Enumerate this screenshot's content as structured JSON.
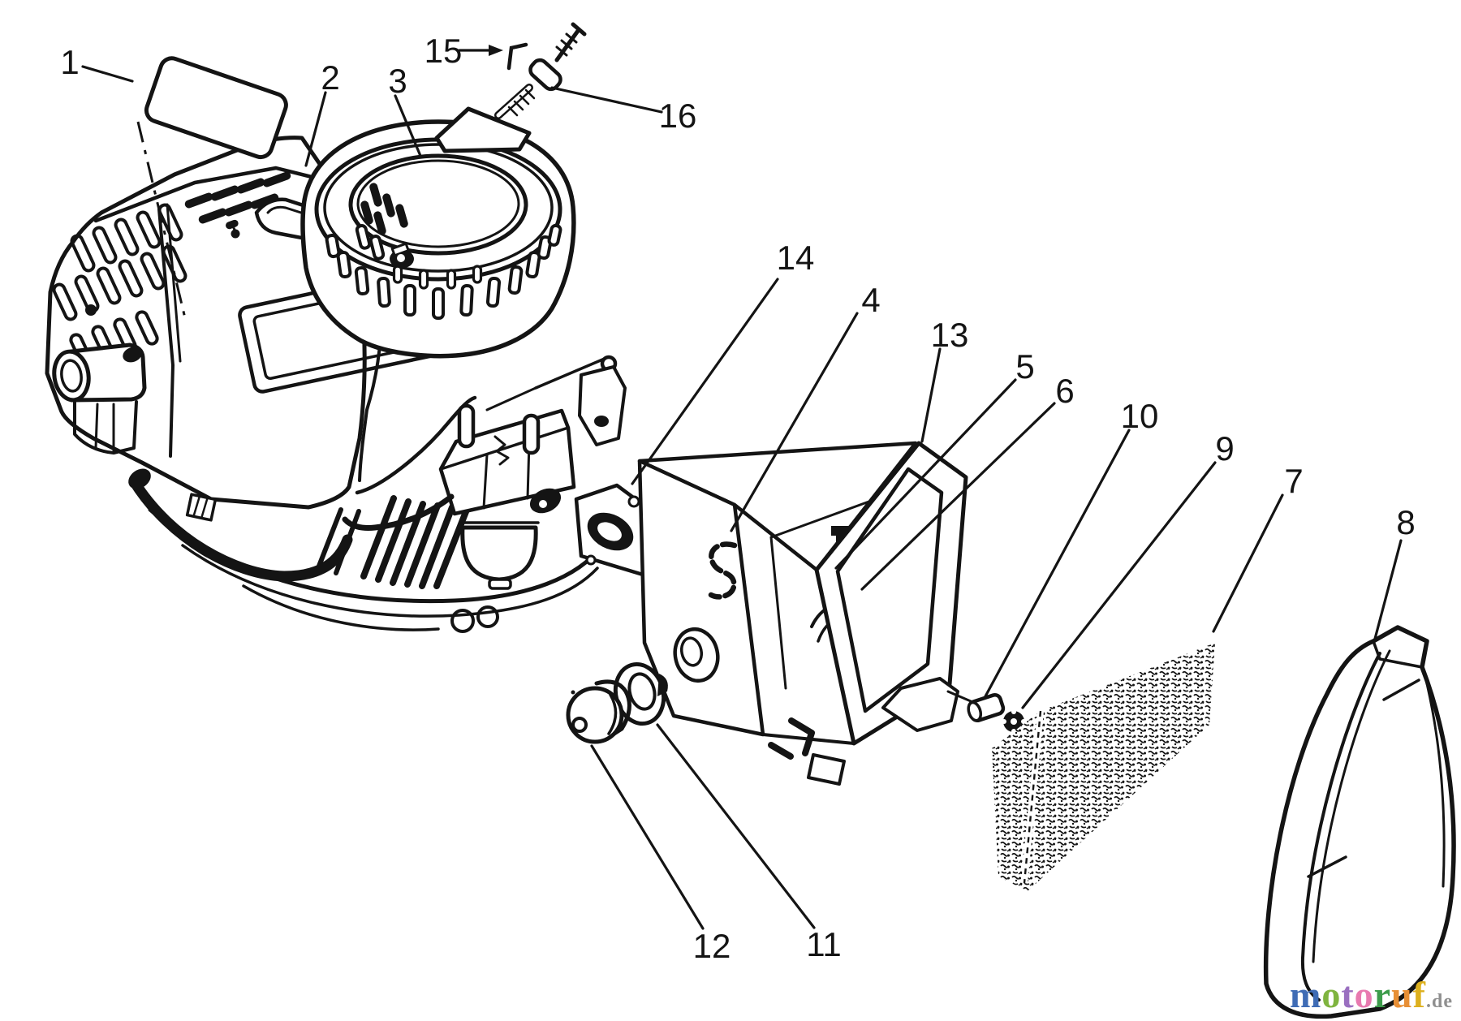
{
  "figure": {
    "kind": "exploded-parts-diagram",
    "background": "#ffffff",
    "line_color": "#141414"
  },
  "callouts": [
    {
      "label": "1"
    },
    {
      "label": "2"
    },
    {
      "label": "3"
    },
    {
      "label": "4"
    },
    {
      "label": "5"
    },
    {
      "label": "6"
    },
    {
      "label": "7"
    },
    {
      "label": "8"
    },
    {
      "label": "9"
    },
    {
      "label": "10"
    },
    {
      "label": "11"
    },
    {
      "label": "12"
    },
    {
      "label": "13"
    },
    {
      "label": "14"
    },
    {
      "label": "15"
    },
    {
      "label": "16"
    }
  ],
  "watermark": {
    "letters": [
      {
        "ch": "m",
        "color": "#3f6cb5"
      },
      {
        "ch": "o",
        "color": "#7fb43f"
      },
      {
        "ch": "t",
        "color": "#9a6fc0"
      },
      {
        "ch": "o",
        "color": "#e87ab0"
      },
      {
        "ch": "r",
        "color": "#3d9c4b"
      },
      {
        "ch": "u",
        "color": "#e88f35"
      },
      {
        "ch": "f",
        "color": "#ddb01e"
      }
    ],
    "suffix": ".de",
    "suffix_color": "#8f8f8f"
  }
}
